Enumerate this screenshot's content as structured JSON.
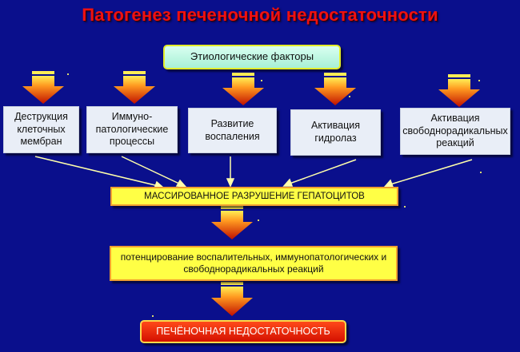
{
  "title": "Патогенез печеночной недостаточности",
  "etiology": "Этиологические факторы",
  "factors": [
    "Деструкция клеточных мембран",
    "Иммуно-патологические процессы",
    "Развитие воспаления",
    "Активация гидролаз",
    "Активация свободнорадикальных реакций"
  ],
  "massive": "МАССИРОВАННОЕ РАЗРУШЕНИЕ ГЕПАТОЦИТОВ",
  "potentiation": "потенцирование воспалительных, иммунопатологических и свободнорадикальных реакций",
  "failure": "ПЕЧЁНОЧНАЯ НЕДОСТАТОЧНОСТЬ",
  "colors": {
    "background": "#0a0f8c",
    "title": "#ee1111",
    "factor_box": "#e9eef7",
    "etiology_box": "#bff8e6",
    "yellow_box": "#ffff45",
    "red_box": "#e02000",
    "arrow_top": "#ffee55",
    "arrow_bottom": "#c01000"
  }
}
